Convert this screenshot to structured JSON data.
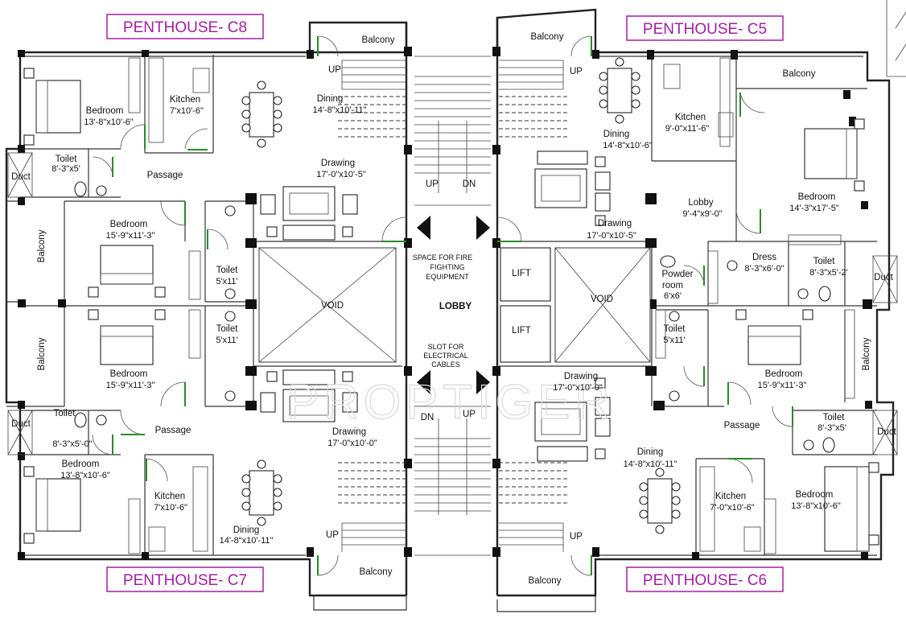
{
  "penthouses": {
    "c8": "PENTHOUSE- C8",
    "c5": "PENTHOUSE- C5",
    "c7": "PENTHOUSE- C7",
    "c6": "PENTHOUSE- C6"
  },
  "watermark": "PROPTIGER",
  "core": {
    "up": "UP",
    "dn": "DN",
    "fire_1": "SPACE FOR FIRE",
    "fire_2": "FIGHTING",
    "fire_3": "EQUIPMENT",
    "lobby": "LOBBY",
    "lift": "LIFT",
    "void": "VOID",
    "slot_1": "SLOT FOR",
    "slot_2": "ELECTRICAL",
    "slot_3": "CABLES"
  },
  "c8": {
    "balcony_top": "Balcony",
    "bedroom": "Bedroom",
    "bedroom_dim": "13'-8\"x10'-6\"",
    "kitchen": "Kitchen",
    "kitchen_dim": "7'x10'-6\"",
    "dining": "Dining",
    "dining_dim": "14'-8\"x10'-11\"",
    "toilet": "Toilet",
    "toilet_dim": "8'-3\"x5'",
    "duct": "Duct",
    "passage": "Passage",
    "drawing": "Drawing",
    "drawing_dim": "17'-0\"x10'-5\"",
    "balcony_side": "Balcony",
    "bedroom2": "Bedroom",
    "bedroom2_dim": "15'-9\"x11'-3\"",
    "toilet2": "Toilet",
    "toilet2_dim": "5'x11'"
  },
  "c5": {
    "balcony_top": "Balcony",
    "dining": "Dining",
    "dining_dim": "14'-8\"x10'-6\"",
    "kitchen": "Kitchen",
    "kitchen_dim": "9'-0\"x11'-6\"",
    "balcony_right": "Balcony",
    "bedroom": "Bedroom",
    "bedroom_dim": "14'-3\"x17'-5\"",
    "lobby": "Lobby",
    "lobby_dim": "9'-4\"x9'-0\"",
    "drawing": "Drawing",
    "drawing_dim": "17'-0\"x10'-5\"",
    "dress": "Dress",
    "dress_dim": "8'-3\"x6'-0\"",
    "toilet": "Toilet",
    "toilet_dim": "8'-3\"x5'-2'",
    "duct": "Duct",
    "powder": "Powder",
    "powder2": "room",
    "powder_dim": "6'x6'"
  },
  "c7": {
    "balcony_side": "Balcony",
    "bedroom": "Bedroom",
    "bedroom_dim": "15'-9\"x11'-3\"",
    "toilet": "Toilet",
    "toilet_dim": "5'x11'",
    "duct": "Duct",
    "toilet2": "Toilet",
    "toilet2_dim": "8'-3\"x5'-0\"",
    "passage": "Passage",
    "drawing": "Drawing",
    "drawing_dim": "17'-0\"x10'-0\"",
    "bedroom2": "Bedroom",
    "bedroom2_dim": "13'-8\"x10'-6\"",
    "kitchen": "Kitchen",
    "kitchen_dim": "7'x10'-6\"",
    "dining": "Dining",
    "dining_dim": "14'-8\"x10'-11\"",
    "balcony_bottom": "Balcony"
  },
  "c6": {
    "drawing": "Drawing",
    "drawing_dim": "17'-0\"x10'-0\"",
    "toilet": "Toilet",
    "toilet_dim": "5'x11'",
    "bedroom": "Bedroom",
    "bedroom_dim": "15'-9\"x11'-3\"",
    "balcony_side": "Balcony",
    "passage": "Passage",
    "toilet2": "Toilet",
    "toilet2_dim": "8'-3\"x5'",
    "duct": "Duct",
    "dining": "Dining",
    "dining_dim": "14'-8\"x10'-11\"",
    "kitchen": "Kitchen",
    "kitchen_dim": "7'-0\"x10'-6\"",
    "bedroom2": "Bedroom",
    "bedroom2_dim": "13'-8\"x10'-6\"",
    "balcony_bottom": "Balcony"
  }
}
